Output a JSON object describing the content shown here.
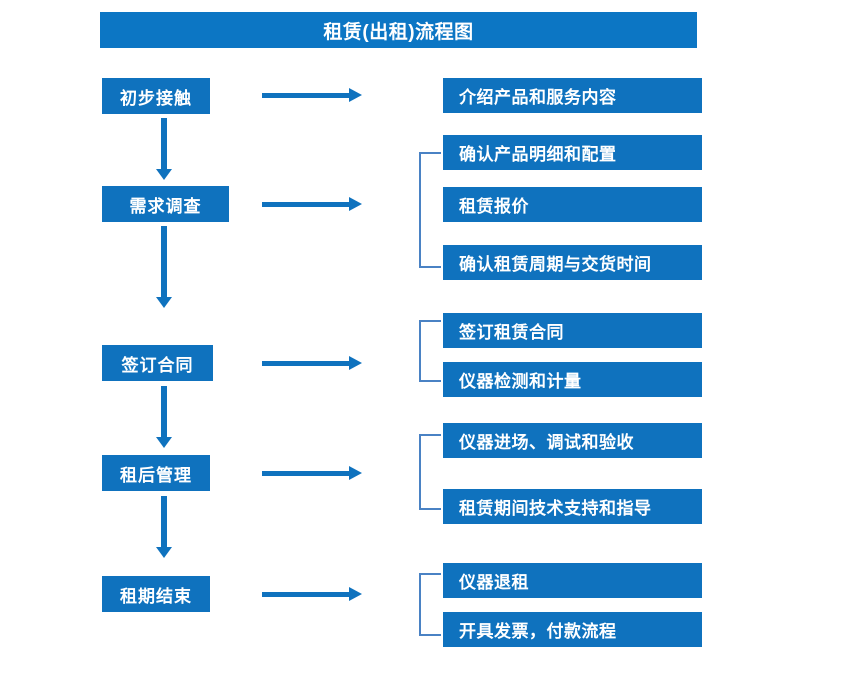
{
  "diagram": {
    "title": "租赁(出租)流程图",
    "colors": {
      "title_bar": "#0c76c4",
      "box": "#0f72be",
      "arrow": "#0f72be",
      "bracket": "#4a82c4",
      "text": "#ffffff",
      "background": "#ffffff"
    },
    "stages": [
      {
        "id": "stage-1",
        "label": "初步接触",
        "details": [
          "介绍产品和服务内容"
        ]
      },
      {
        "id": "stage-2",
        "label": "需求调查",
        "details": [
          "确认产品明细和配置",
          "租赁报价",
          "确认租赁周期与交货时间"
        ]
      },
      {
        "id": "stage-3",
        "label": "签订合同",
        "details": [
          "签订租赁合同",
          "仪器检测和计量"
        ]
      },
      {
        "id": "stage-4",
        "label": "租后管理",
        "details": [
          "仪器进场、调试和验收",
          "租赁期间技术支持和指导"
        ]
      },
      {
        "id": "stage-5",
        "label": "租期结束",
        "details": [
          "仪器退租",
          "开具发票，付款流程"
        ]
      }
    ],
    "detail_boxes": [
      "介绍产品和服务内容",
      "确认产品明细和配置",
      "租赁报价",
      "确认租赁周期与交货时间",
      "签订租赁合同",
      "仪器检测和计量",
      "仪器进场、调试和验收",
      "租赁期间技术支持和指导",
      "仪器退租",
      "开具发票，付款流程"
    ]
  }
}
